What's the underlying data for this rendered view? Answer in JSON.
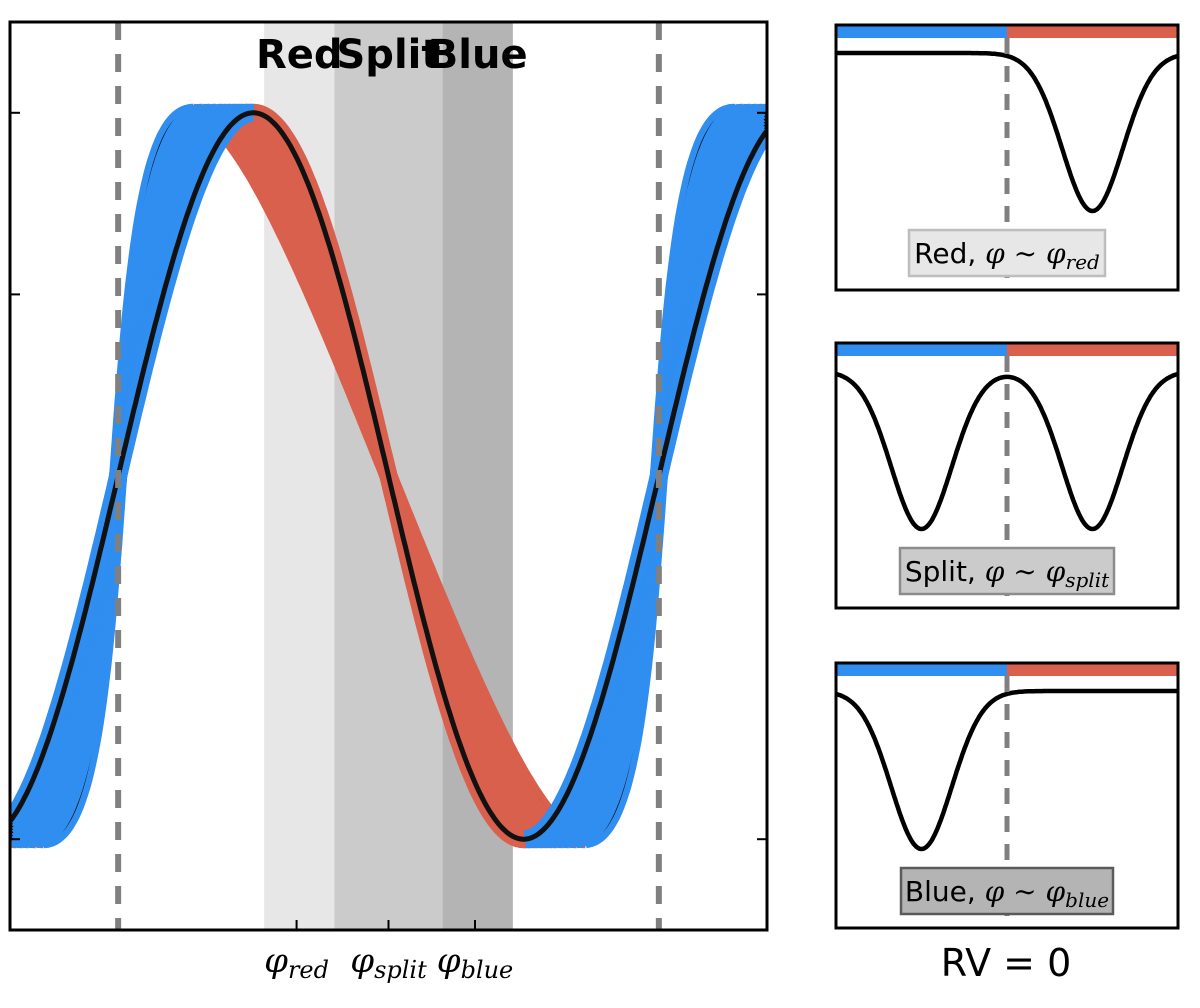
{
  "colors": {
    "blue": "#2f8ef0",
    "red": "#d9604c",
    "line": "#111111",
    "dash": "#808080",
    "band_red": "#e7e7e7",
    "band_split": "#cbcbcb",
    "band_blue": "#b4b4b4"
  },
  "chart_data": [
    {
      "type": "line",
      "bands": [
        {
          "key": "red",
          "label": "Red",
          "x_range": [
            0.27,
            0.4
          ]
        },
        {
          "key": "split",
          "label": "Split",
          "x_range": [
            0.4,
            0.6
          ]
        },
        {
          "key": "blue",
          "label": "Blue",
          "x_range": [
            0.6,
            0.73
          ]
        }
      ],
      "vertical_dashed_lines": [
        0.0,
        1.0
      ],
      "xtick_labels": [
        {
          "text": "φ",
          "sub": "red",
          "x": 0.33
        },
        {
          "text": "φ",
          "sub": "split",
          "x": 0.5
        },
        {
          "text": "φ",
          "sub": "blue",
          "x": 0.66
        }
      ],
      "xlim": [
        -0.2,
        1.2
      ],
      "ylim": [
        -1.25,
        1.25
      ],
      "ytick_values": [
        1.0,
        0.5,
        -1.0
      ],
      "series_amplitudes": [
        0.7,
        0.6,
        0.52,
        0.45,
        0.38,
        0.32,
        0.26,
        0.21,
        0.16,
        0.12,
        0.08,
        0.05,
        0.02,
        0.0
      ],
      "series_center_amplitude": 1.0,
      "series_note_colors": "blue = rising, red = falling"
    },
    {
      "type": "line",
      "panels": [
        {
          "key": "red",
          "label": "Red, ",
          "math": "φ ∼ φ",
          "sub": "red",
          "dips": [
            1.75
          ]
        },
        {
          "key": "split",
          "label": "Split, ",
          "math": "φ ∼ φ",
          "sub": "split",
          "dips": [
            -1.75,
            1.75
          ]
        },
        {
          "key": "blue",
          "label": "Blue, ",
          "math": "φ ∼ φ",
          "sub": "blue",
          "dips": [
            -1.75
          ]
        }
      ],
      "x_range": [
        -3.5,
        3.5
      ],
      "dip_depth": 1.0,
      "xlabel": "RV = 0"
    }
  ]
}
